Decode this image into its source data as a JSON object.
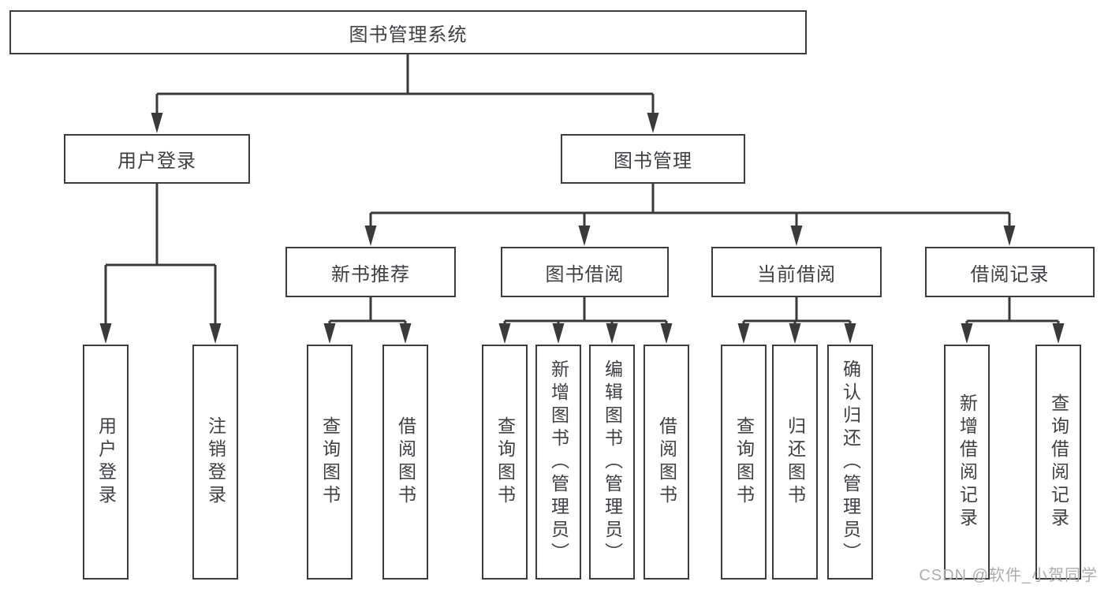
{
  "diagram_title": "图书管理系统",
  "nodes": {
    "root": "图书管理系统",
    "user_login": "用户登录",
    "book_management": "图书管理",
    "new_book_recommend": "新书推荐",
    "book_borrowing": "图书借阅",
    "current_borrowing": "当前借阅",
    "borrowing_records": "借阅记录",
    "leaf_user_login": "用户登录",
    "leaf_logout": "注销登录",
    "leaf_nbr_query_books": "查询图书",
    "leaf_nbr_borrow_books": "借阅图书",
    "leaf_bb_query_books": "查询图书",
    "leaf_bb_add_books": "新增图书（管理员）",
    "leaf_bb_edit_books": "编辑图书（管理员）",
    "leaf_bb_borrow_books": "借阅图书",
    "leaf_cb_query_books": "查询图书",
    "leaf_cb_return_books": "归还图书",
    "leaf_cb_confirm_return": "确认归还（管理员）",
    "leaf_br_add_record": "新增借阅记录",
    "leaf_br_query_record": "查询借阅记录"
  },
  "watermark": "CSDN @软件_小贺同学",
  "colors": {
    "line": "#3a3a3a",
    "box_border": "#3c3c3c",
    "text": "#3f3f44",
    "watermark": "#acacac",
    "background": "#ffffff"
  }
}
